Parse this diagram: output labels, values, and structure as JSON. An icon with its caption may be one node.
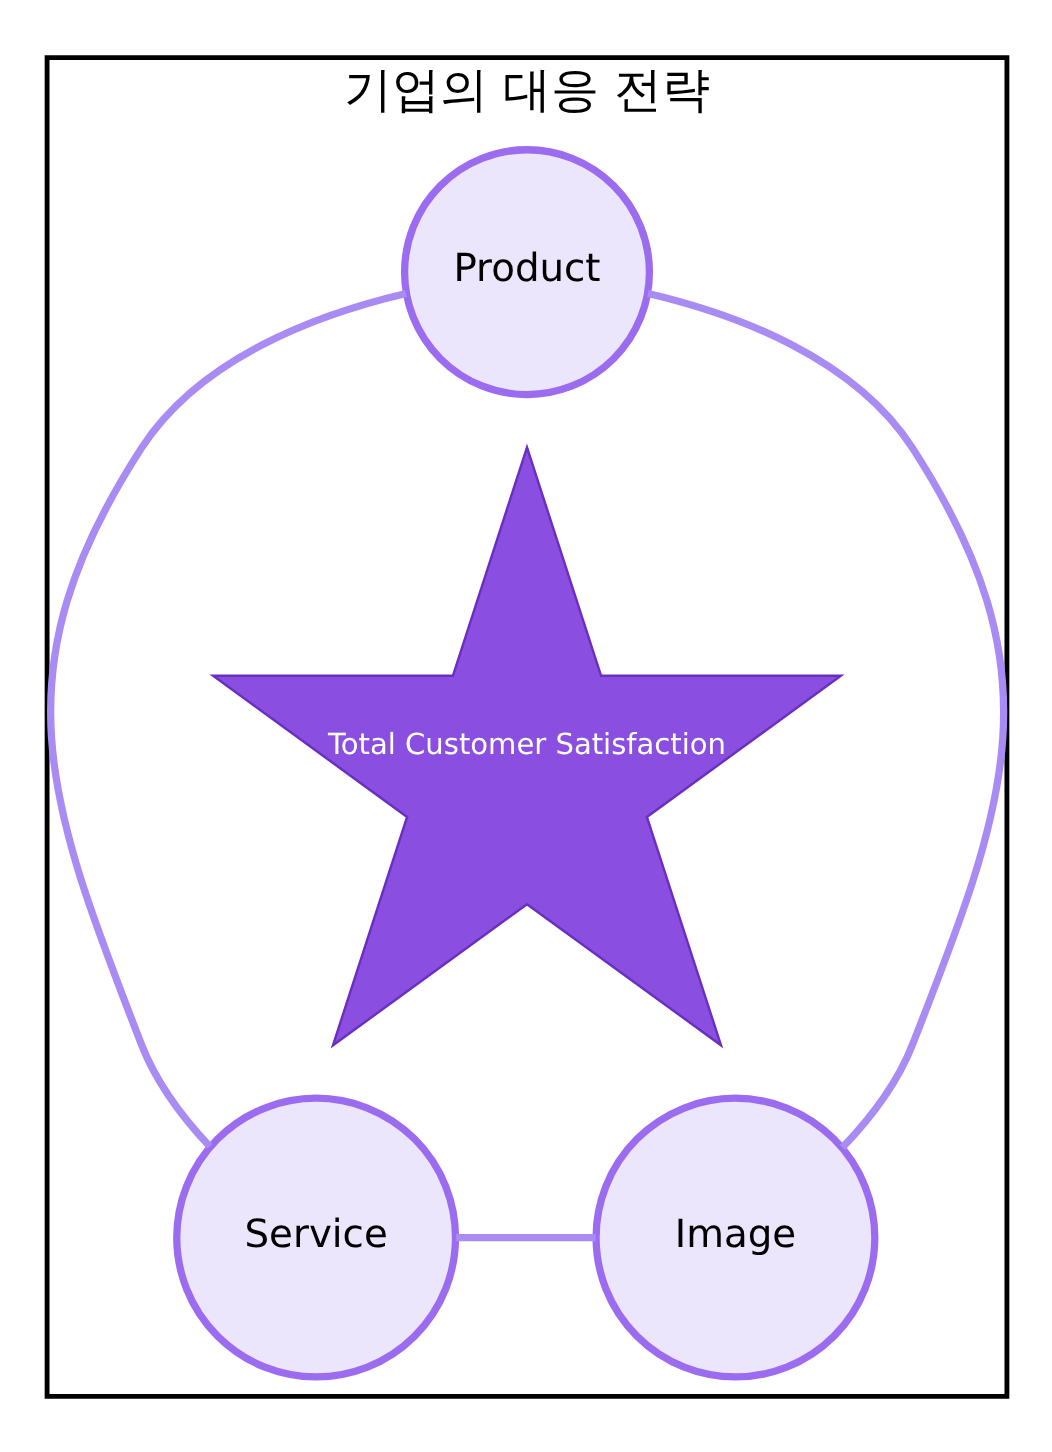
{
  "diagram": {
    "nodes": [
      {
        "text": [
          "기업의 대응 전략"
        ]
      },
      {
        "text": [
          "Product"
        ],
        "in": 0
      },
      {
        "text": [
          "Total Customer Satisfaction"
        ],
        "in": 0
      },
      {
        "text": [
          "Service"
        ],
        "in": 0
      },
      {
        "text": [
          "Image"
        ],
        "in": 0
      }
    ],
    "edges": [
      {
        "from": 1,
        "to": 3,
        "arrow": "none"
      },
      {
        "from": 1,
        "to": 4,
        "arrow": "none"
      },
      {
        "from": 3,
        "to": 4,
        "arrow": "none"
      }
    ]
  }
}
